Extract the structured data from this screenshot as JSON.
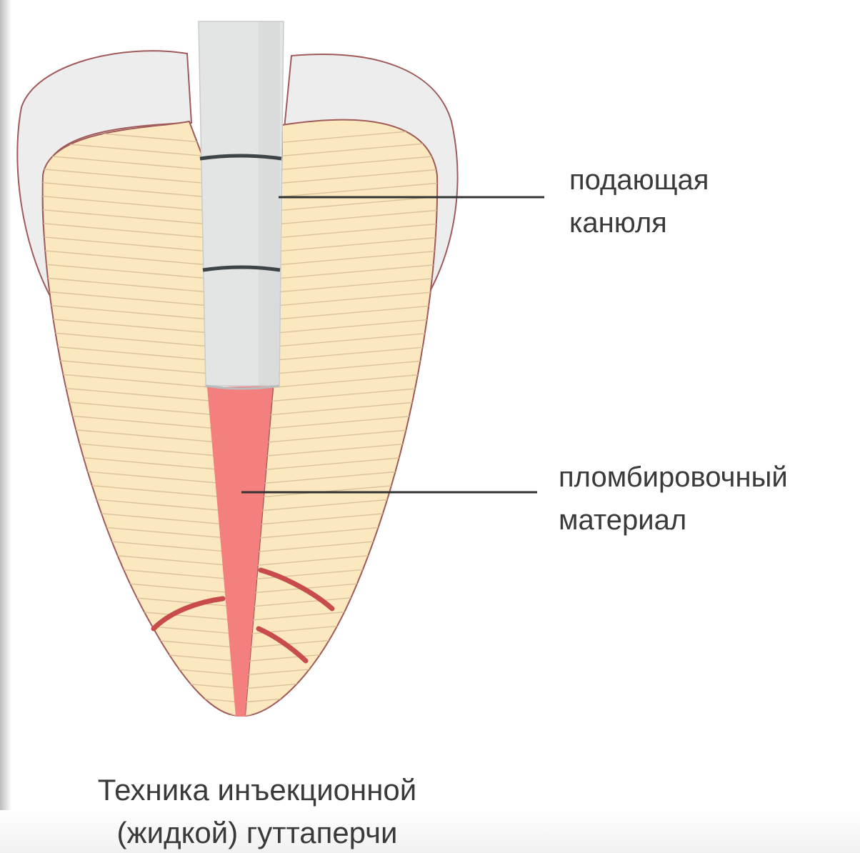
{
  "labels": {
    "cannula": [
      "подающая",
      "канюля"
    ],
    "material": [
      "пломбировочный",
      "материал"
    ]
  },
  "caption": [
    "Техника инъекционной",
    "(жидкой) гуттаперчи"
  ],
  "colors": {
    "enamel": "#ededee",
    "enamel_outline": "#a05a5a",
    "dentin": "#fbe8bf",
    "dentin_lines": "#d8c29a",
    "cannula": "#e3e5e5",
    "cannula_ring": "#3c4448",
    "filling": "#f47f7f",
    "lateral_canal": "#c94c4c",
    "leader": "#333333"
  }
}
